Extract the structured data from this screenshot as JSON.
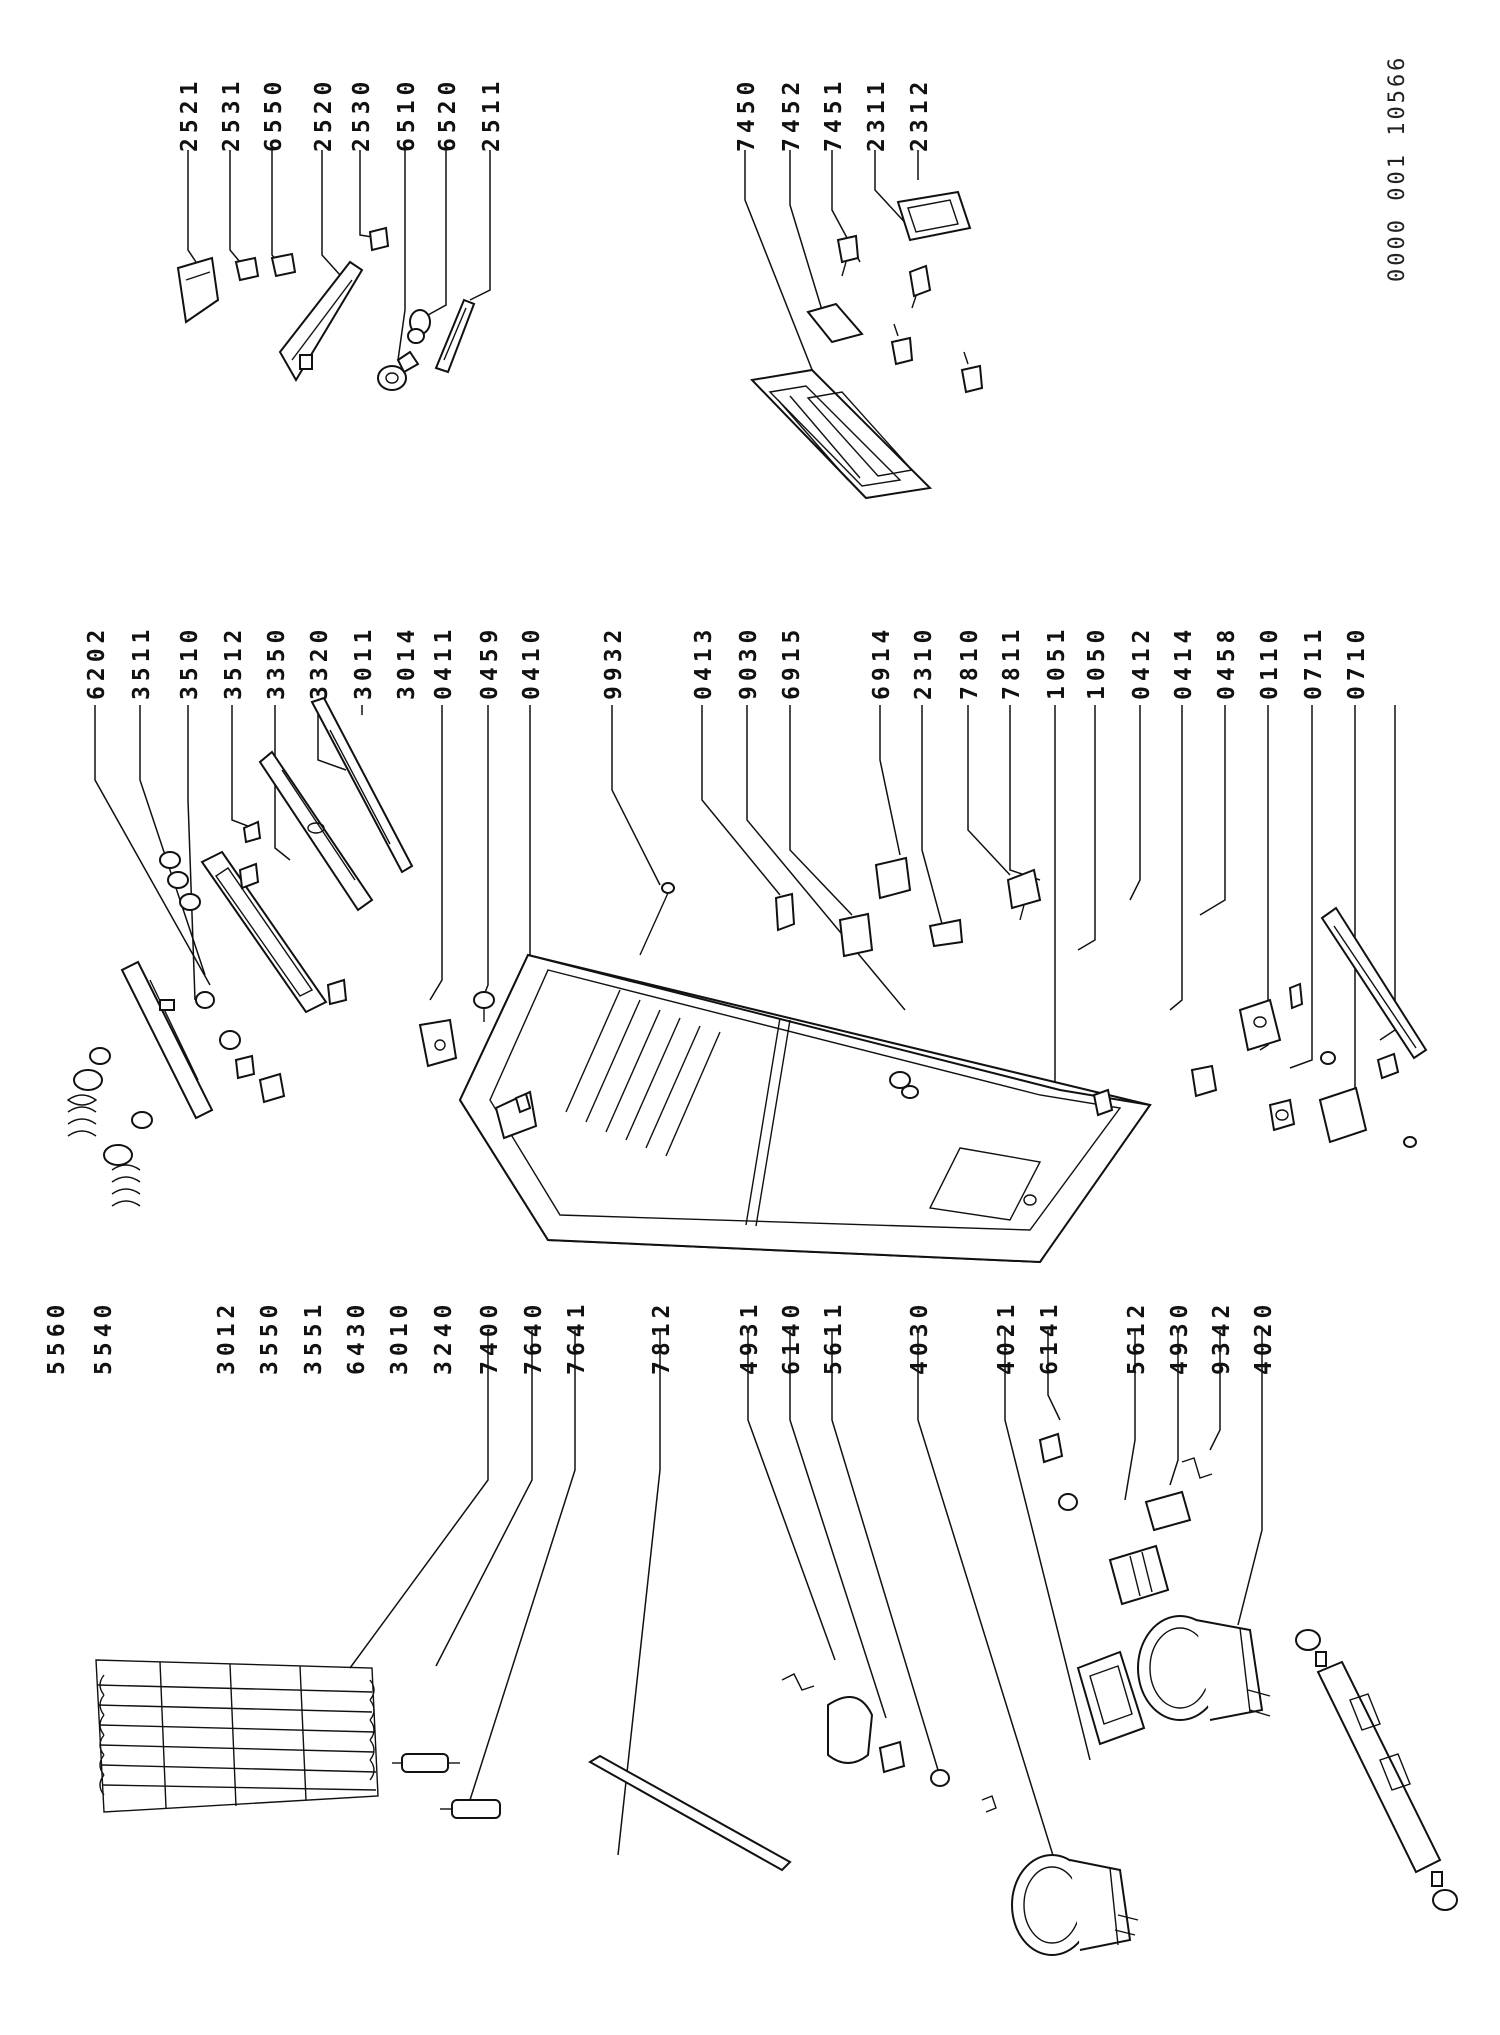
{
  "diagram": {
    "doc_ref": "0000 001 10566",
    "labels": {
      "top_left_group": [
        "2521",
        "2531",
        "6550",
        "2520",
        "2530",
        "6510",
        "6520",
        "2511"
      ],
      "top_right_group": [
        "7450",
        "7452",
        "7451",
        "2311",
        "2312"
      ],
      "middle_column": [
        "6202",
        "3511",
        "3510",
        "3512",
        "3350",
        "3320",
        "3011",
        "3014",
        "0411",
        "0459",
        "0410",
        "9932",
        "0413",
        "9030",
        "6915",
        "6914",
        "2310",
        "7810",
        "7811",
        "1051",
        "1050",
        "0412",
        "0414",
        "0458",
        "0110",
        "0711",
        "0710"
      ],
      "left_column": [
        "5560",
        "5540",
        "3012",
        "3550",
        "3551",
        "6430",
        "3010",
        "3240",
        "7400",
        "7640",
        "7641",
        "7812",
        "4931",
        "6140",
        "5611",
        "4030",
        "4021",
        "6141",
        "5612",
        "4930",
        "9342",
        "4020"
      ]
    }
  }
}
